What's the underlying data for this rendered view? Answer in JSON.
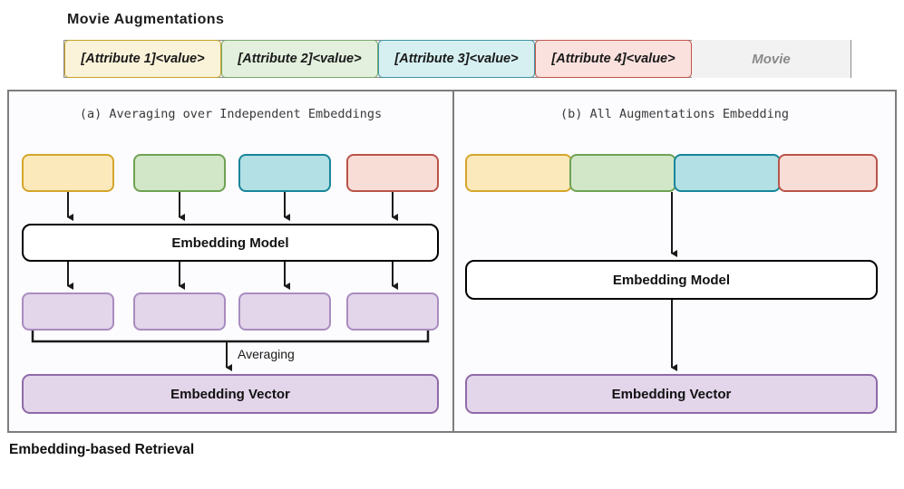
{
  "header": {
    "title": "Movie  Augmentations"
  },
  "movie_bar": {
    "cells": [
      {
        "label": "[Attribute 1]<value>",
        "color": "#fbf3d9",
        "border": "#c9a227"
      },
      {
        "label": "[Attribute 2]<value>",
        "color": "#e3f0de",
        "border": "#7aa86a"
      },
      {
        "label": "[Attribute 3]<value>",
        "color": "#d6f0f2",
        "border": "#3e93a3"
      },
      {
        "label": "[Attribute 4]<value>",
        "color": "#fbe1de",
        "border": "#c0564c"
      }
    ],
    "movie_label": "Movie"
  },
  "panel_a": {
    "title": "(a) Averaging over Independent Embeddings",
    "attribute_boxes": [
      {
        "name": "attribute-1-box",
        "color": "#fbe9bc"
      },
      {
        "name": "attribute-2-box",
        "color": "#d2e7c8"
      },
      {
        "name": "attribute-3-box",
        "color": "#b2e0e4"
      },
      {
        "name": "attribute-4-box",
        "color": "#f8ddd7"
      }
    ],
    "model_label": "Embedding Model",
    "embedding_boxes": [
      {
        "name": "embedding-1-box",
        "color": "#e3d5ea"
      },
      {
        "name": "embedding-2-box",
        "color": "#e3d5ea"
      },
      {
        "name": "embedding-3-box",
        "color": "#e3d5ea"
      },
      {
        "name": "embedding-4-box",
        "color": "#e3d5ea"
      }
    ],
    "averaging_label": "Averaging",
    "vector_label": "Embedding Vector"
  },
  "panel_b": {
    "title": "(b) All Augmentations Embedding",
    "attribute_boxes": [
      {
        "name": "attribute-1-box",
        "color": "#fbe9bc"
      },
      {
        "name": "attribute-2-box",
        "color": "#d2e7c8"
      },
      {
        "name": "attribute-3-box",
        "color": "#b2e0e4"
      },
      {
        "name": "attribute-4-box",
        "color": "#f8ddd7"
      }
    ],
    "model_label": "Embedding Model",
    "vector_label": "Embedding Vector"
  },
  "footer": {
    "caption": "Embedding-based Retrieval"
  }
}
